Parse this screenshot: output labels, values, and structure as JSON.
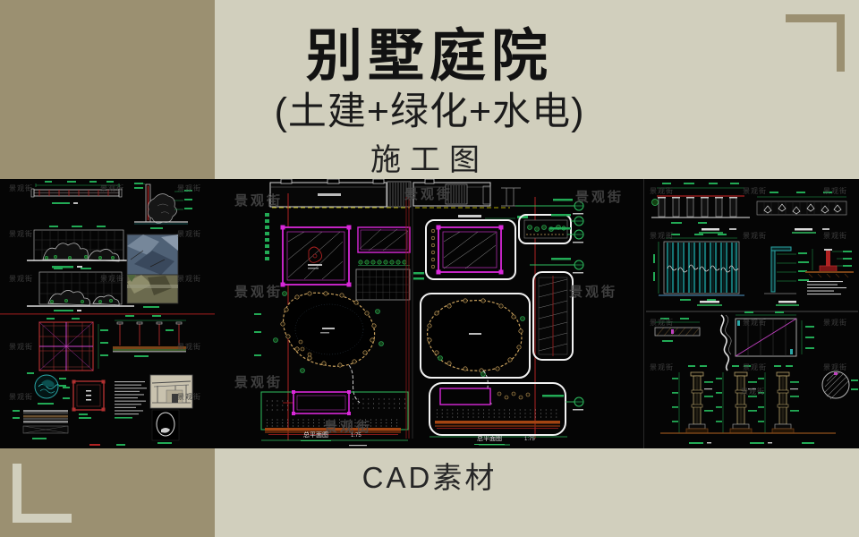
{
  "header": {
    "title": "别墅庭院",
    "subtitle": "(土建+绿化+水电)",
    "caption": "施工图"
  },
  "footer": {
    "caption": "CAD素材"
  },
  "watermark": {
    "text": "景观街"
  },
  "panels": {
    "center": {
      "plan1_title": "总平面图",
      "plan1_scale": "1:75",
      "plan2_title": "总平面图",
      "plan2_scale": "1:75"
    }
  },
  "colors": {
    "beige": "#d1cfbd",
    "olive": "#9b9071",
    "panel_bg": "#050505",
    "dim_green": "#22aa55",
    "magenta": "#d928d9",
    "red": "#b02222",
    "cyan": "#2aa7a7",
    "stone_tan": "#caa25e"
  }
}
